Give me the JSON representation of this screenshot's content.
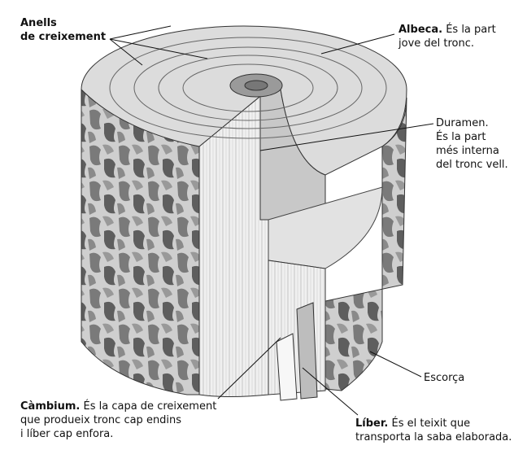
{
  "labels": {
    "anells": {
      "line1": "Anells",
      "line2": "de creixement"
    },
    "albeca": {
      "title": "Albeca.",
      "text1": "És la part",
      "text2": "jove del tronc."
    },
    "duramen": {
      "line1": "Duramen.",
      "line2": "És la part",
      "line3": "més interna",
      "line4": "del tronc vell."
    },
    "escorca": {
      "text": "Escorça"
    },
    "cambium": {
      "title": "Càmbium.",
      "text1": "És la capa de creixement",
      "text2": "que produeix tronc cap endins",
      "text3": "i líber cap enfora."
    },
    "liber": {
      "title": "Líber.",
      "text1": "És el teixit que",
      "text2": "transporta la saba elaborada."
    }
  }
}
